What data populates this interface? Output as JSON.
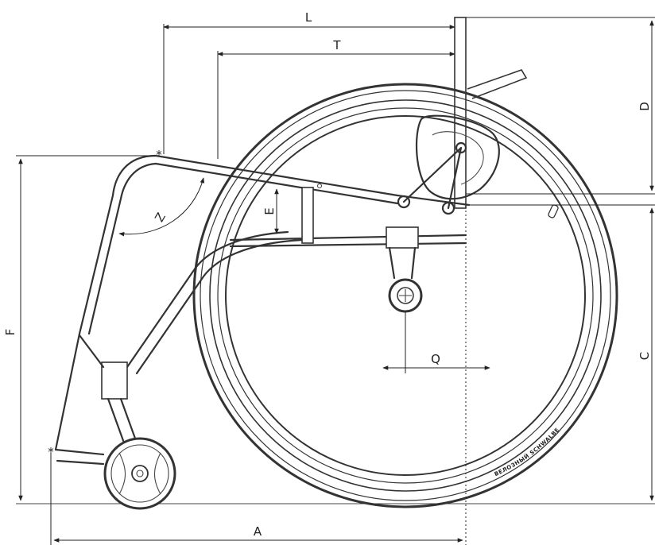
{
  "dimensions": {
    "L": "L",
    "T": "T",
    "D": "D",
    "E": "E",
    "Z": "Z",
    "F": "F",
    "Q": "Q",
    "C": "C",
    "A": "A"
  },
  "tire_brand": "ВЕЛОЗНЫЙ SCHWALBE",
  "colors": {
    "line": "#333333",
    "background": "#ffffff"
  }
}
